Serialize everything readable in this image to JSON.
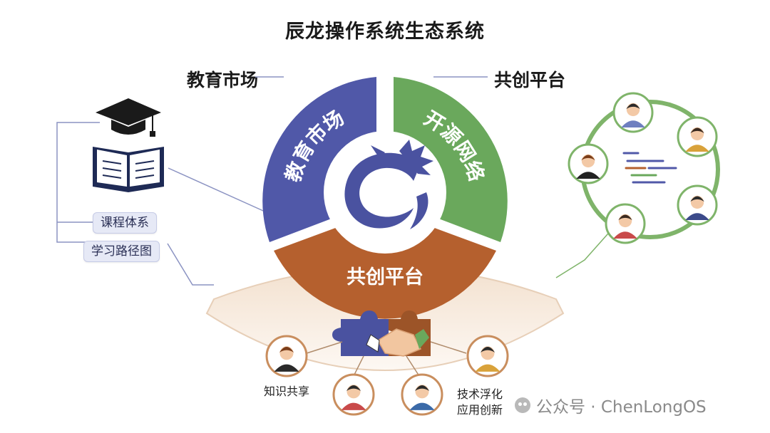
{
  "title": "辰龙操作系统生态系统",
  "left_heading": "教育市场",
  "right_heading": "共创平台",
  "segments": {
    "education": {
      "label": "教育市场",
      "color": "#5058a8"
    },
    "opensource": {
      "label": "开源网络",
      "color": "#6aa85c"
    },
    "cocreation": {
      "label": "共创平台",
      "color": "#b5602e"
    }
  },
  "left_items": [
    "课程体系",
    "学习路径图"
  ],
  "bottom_labels": {
    "knowledge": "知识共享",
    "tech_line1": "技术浮化",
    "tech_line2": "应用创新"
  },
  "watermark": "公众号 · ChenLongOS",
  "colors": {
    "center_bg": "#ffffff",
    "dragon": "#4a52a0",
    "network_ring": "#7fb46a",
    "fan_fill": "#f7ede2",
    "line": "#8b93c2"
  },
  "icons": {
    "center": "dragon-logo-icon",
    "left": [
      "graduation-cap-icon",
      "open-book-icon"
    ],
    "right": [
      "person-icon",
      "code-lines-icon"
    ],
    "bottom": [
      "puzzle-handshake-icon",
      "person-icon"
    ]
  }
}
